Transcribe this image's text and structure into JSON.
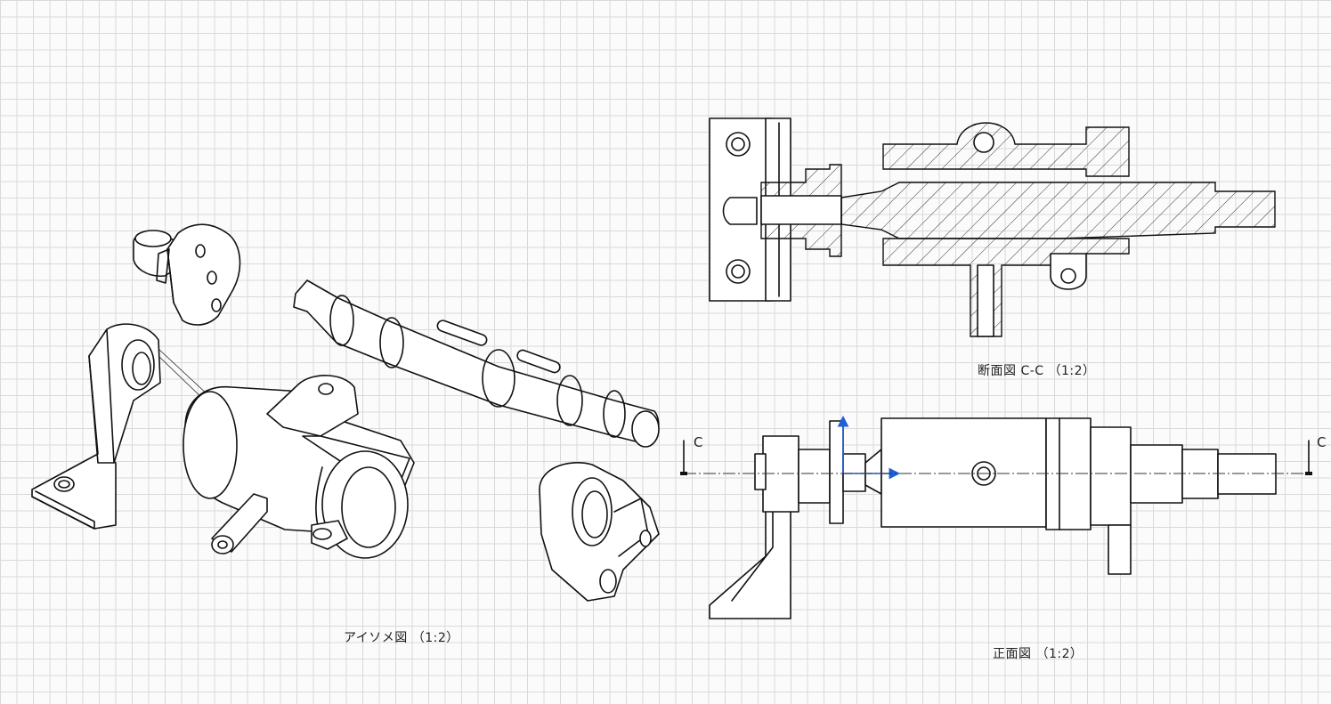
{
  "views": {
    "isometric": {
      "caption": "アイソメ図 （1:2）"
    },
    "section": {
      "caption": "断面図 C-C （1:2）"
    },
    "front": {
      "caption": "正面図 （1:2）"
    }
  },
  "section_line": {
    "left_label": "C",
    "right_label": "C"
  },
  "colors": {
    "line": "#111111",
    "grid": "#d9d9d9",
    "axis": "#1f5fd6",
    "paper": "#fbfbfb"
  }
}
